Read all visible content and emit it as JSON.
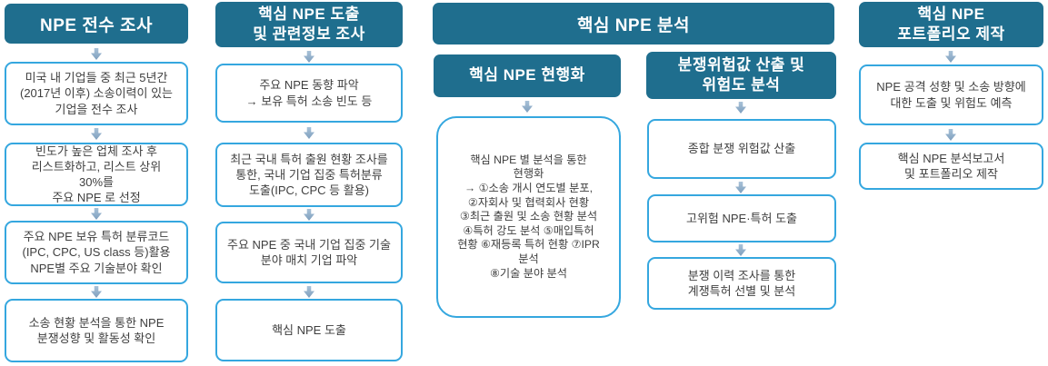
{
  "colors": {
    "stage_header_bg": "#1F6E8E",
    "stage_header_text": "#FFFFFF",
    "process_box_border": "#35A7DF",
    "process_box_bg": "#FFFFFF",
    "process_box_text": "#3F3F3F",
    "arrow": "#8CACC9"
  },
  "columns": {
    "col1": {
      "header": "NPE 전수 조사",
      "boxes": [
        "미국 내 기업들 중 최근 5년간\n(2017년 이후) 소송이력이 있는\n기업을 전수 조사",
        "빈도가 높은 업체 조사 후\n리스트화하고, 리스트 상위\n30%를\n주요 NPE 로 선정",
        "주요 NPE 보유 특허 분류코드\n(IPC, CPC, US class 등)활용\nNPE별 주요 기술분야 확인",
        "소송 현황 분석을 통한 NPE\n분쟁성향 및 활동성 확인"
      ]
    },
    "col2": {
      "header": "핵심 NPE 도출\n및 관련정보 조사",
      "boxes": [
        "주요 NPE 동향 파악\n→ 보유 특허 소송 빈도 등",
        "최근 국내 특허 출원 현황 조사를\n통한, 국내 기업 집중 특허분류\n도출(IPC, CPC 등 활용)",
        "주요 NPE 중 국내 기업 집중 기술\n분야 매치 기업 파악",
        "핵심 NPE 도출"
      ]
    },
    "col3": {
      "header": "핵심 NPE 분석",
      "left": {
        "subheader": "핵심 NPE 현행화",
        "box": "핵심 NPE 별 분석을 통한\n현행화\n→ ①소송 개시 연도별 분포,\n②자회사 및 협력회사 현황\n③최근 출원 및 소송 현황 분석\n④특허 강도 분석 ⑤매입특허\n현황 ⑥재등록 특허 현황 ⑦IPR\n분석\n⑧기술 분야 분석"
      },
      "right": {
        "subheader": "분쟁위험값 산출 및\n위험도 분석",
        "boxes": [
          "종합 분쟁 위험값 산출",
          "고위험 NPE·특허 도출",
          "분쟁 이력 조사를 통한\n계쟁특허 선별 및 분석"
        ]
      }
    },
    "col4": {
      "header": "핵심 NPE\n포트폴리오 제작",
      "boxes": [
        "NPE 공격 성향 및 소송 방향에\n대한 도출 및 위험도 예측",
        "핵심 NPE 분석보고서\n및 포트폴리오 제작"
      ]
    }
  }
}
